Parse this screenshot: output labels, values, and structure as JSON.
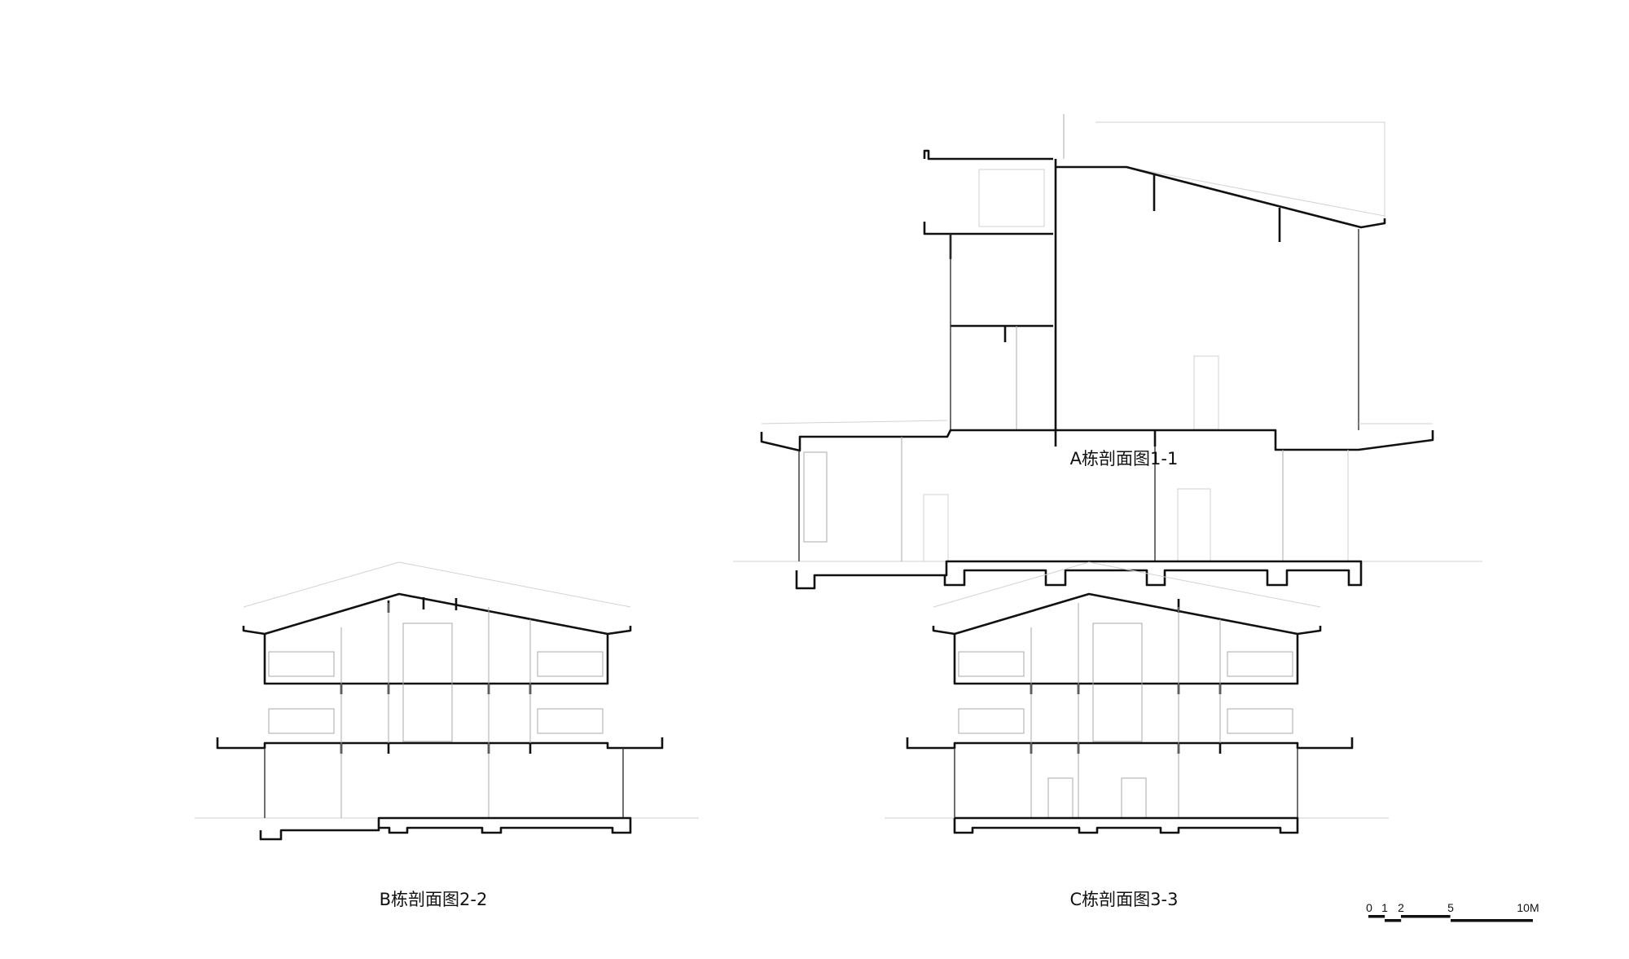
{
  "drawings": [
    {
      "title": "A栋剖面图1-1"
    },
    {
      "title": "B栋剖面图2-2"
    },
    {
      "title": "C栋剖面图3-3"
    }
  ],
  "scale_bar": {
    "labels": [
      "0",
      "1",
      "2",
      "5",
      "10M"
    ]
  }
}
